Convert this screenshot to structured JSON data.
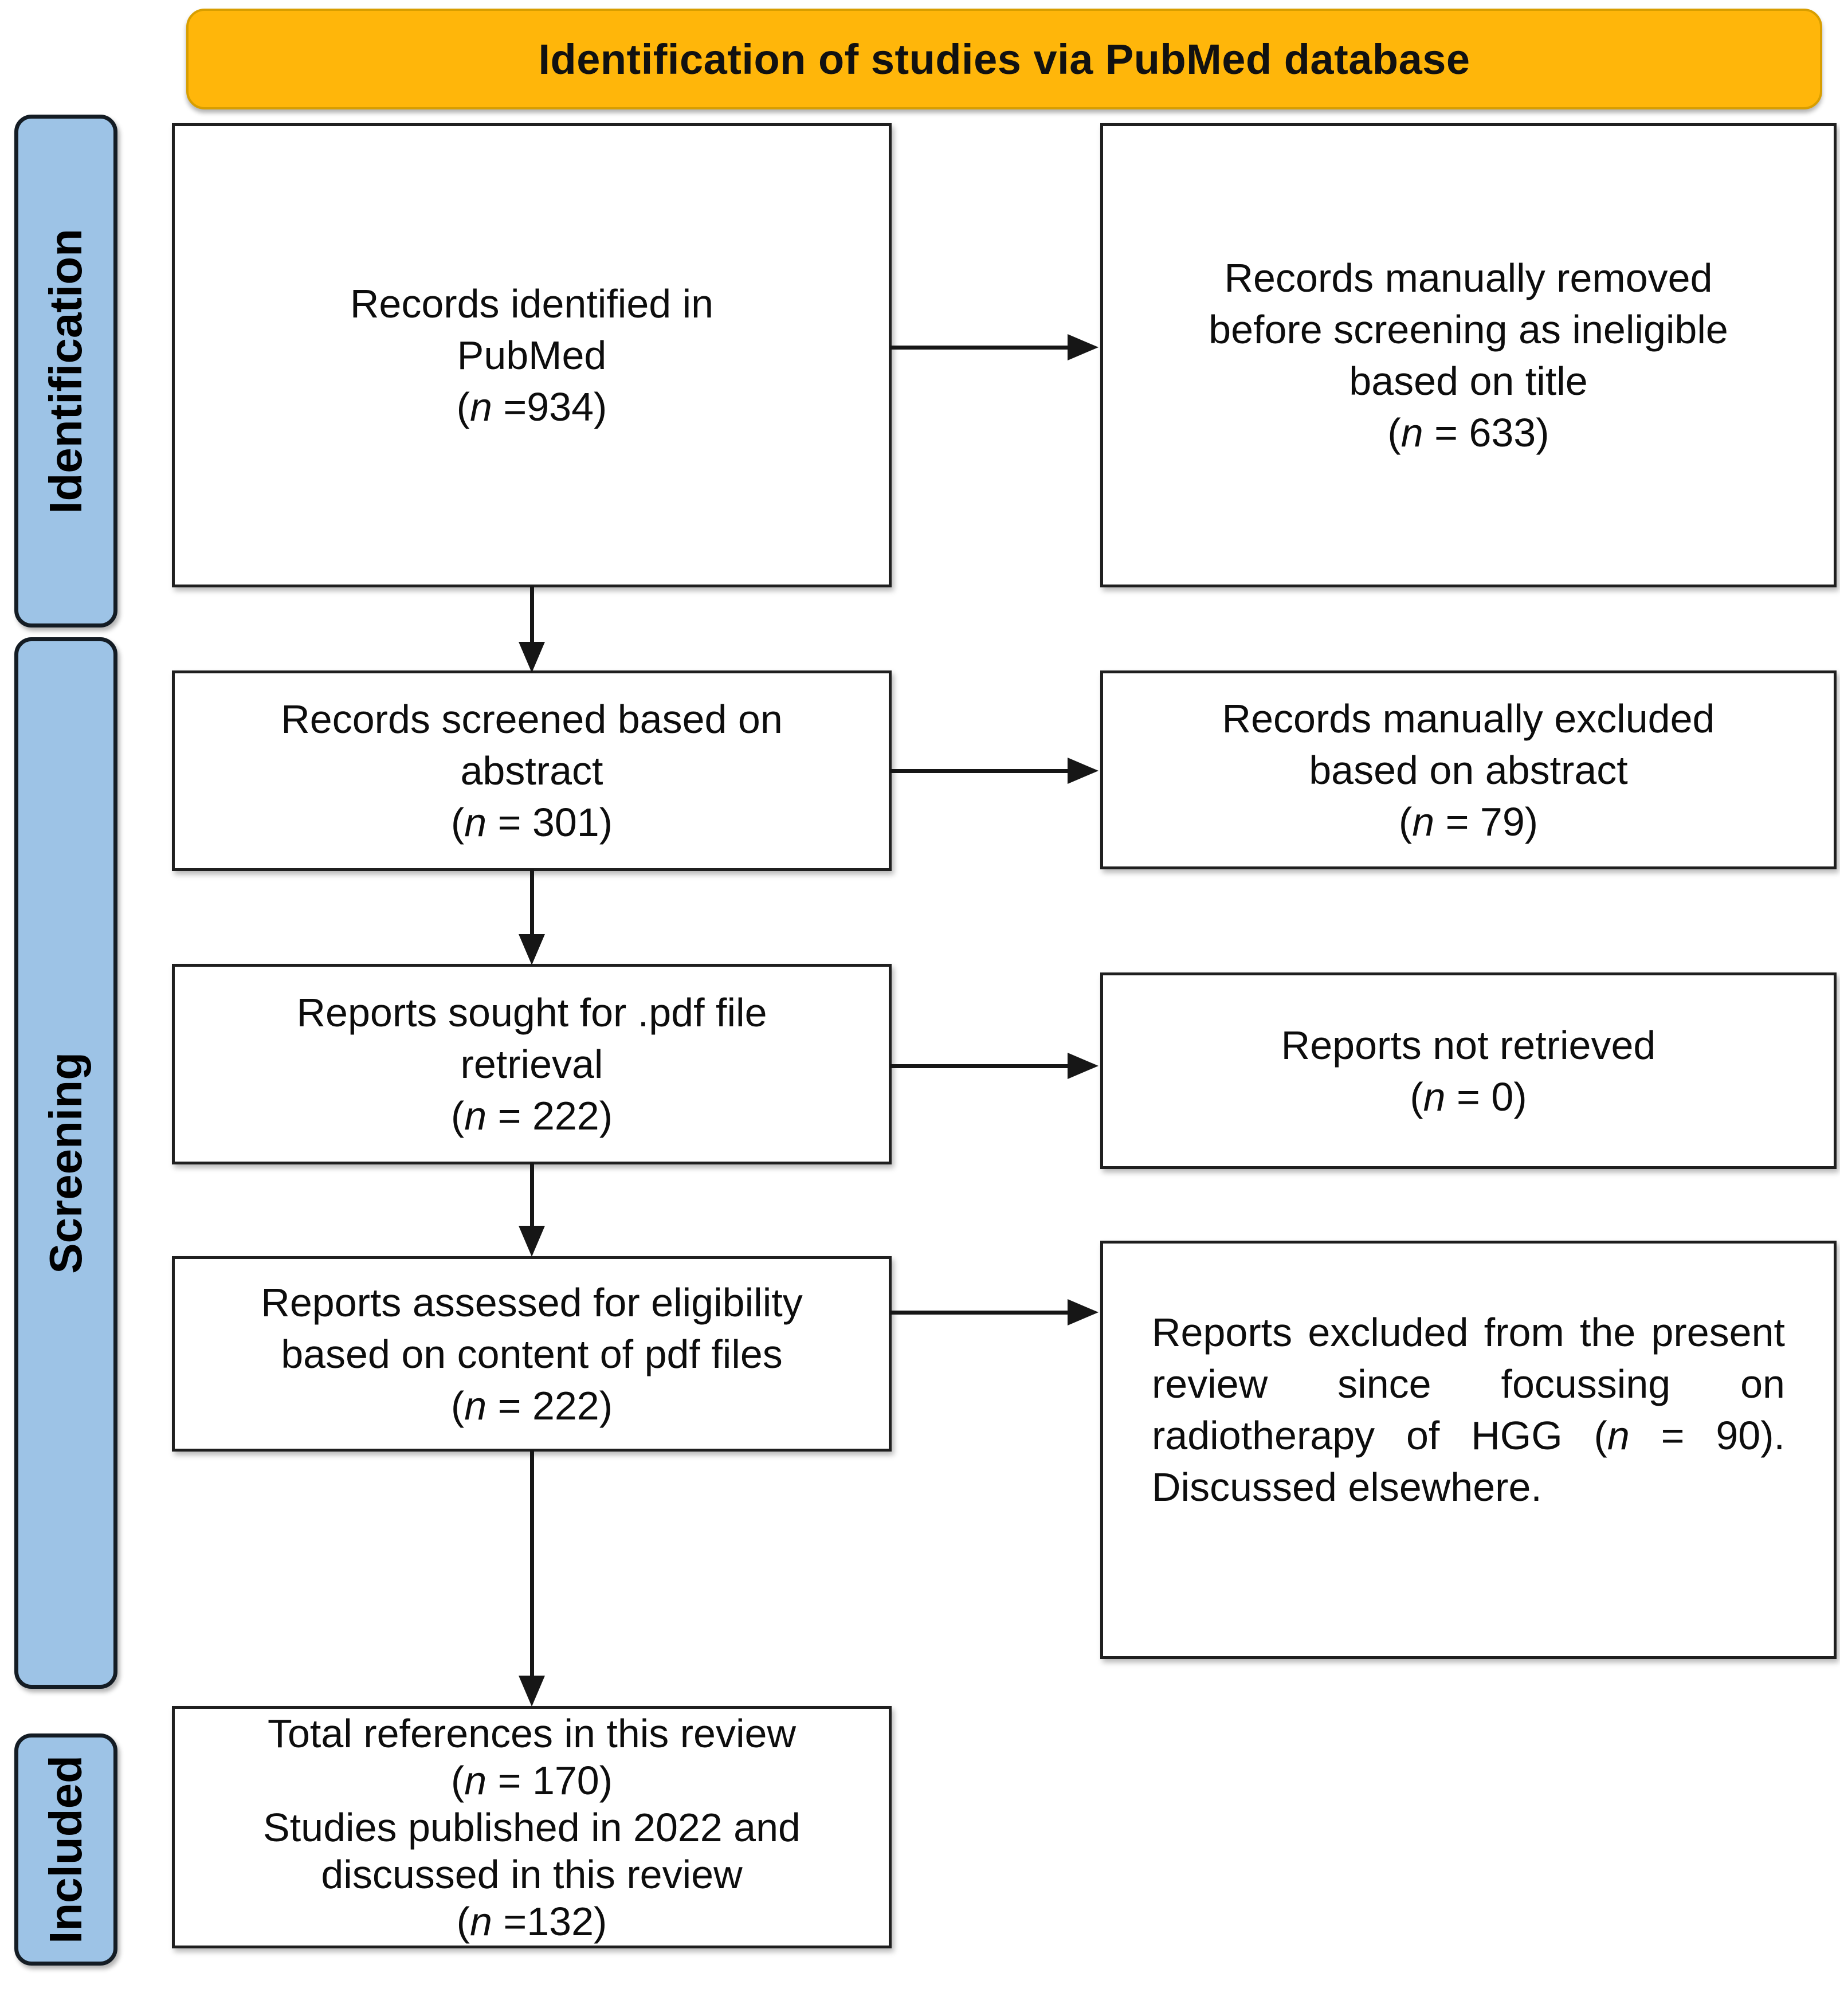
{
  "banner": {
    "title": "Identification of studies via PubMed database"
  },
  "sidebar": {
    "items": [
      {
        "id": "identification",
        "label": "Identification"
      },
      {
        "id": "screening",
        "label": "Screening"
      },
      {
        "id": "included",
        "label": "Included"
      }
    ]
  },
  "flow": {
    "records_identified": {
      "line1": "Records identified in",
      "line2": "PubMed",
      "count_open": "(",
      "count_n": "n",
      "count_rest": " =934)"
    },
    "records_removed": {
      "line1": "Records manually removed",
      "line2": "before screening as ineligible",
      "line3": "based on title",
      "count_open": "(",
      "count_n": "n",
      "count_rest": " = 633)"
    },
    "records_screened": {
      "line1": "Records screened based on",
      "line2": "abstract",
      "count_open": "(",
      "count_n": "n",
      "count_rest": " = 301)"
    },
    "records_excluded": {
      "line1": "Records manually excluded",
      "line2": "based on abstract",
      "count_open": "(",
      "count_n": "n",
      "count_rest": " = 79)"
    },
    "reports_sought": {
      "line1": "Reports sought for .pdf file",
      "line2": "retrieval",
      "count_open": "(",
      "count_n": "n",
      "count_rest": " = 222)"
    },
    "reports_not_retrieved": {
      "line1": "Reports not retrieved",
      "count_open": "(",
      "count_n": "n",
      "count_rest": " = 0)"
    },
    "reports_assessed": {
      "line1": "Reports assessed for eligibility",
      "line2": "based on content of pdf files",
      "count_open": "(",
      "count_n": "n",
      "count_rest": " = 222)"
    },
    "reports_excluded": {
      "seg1": "Reports excluded from the present review since focussing on radiotherapy of HGG (",
      "n": "n",
      "seg2": " = 90). Discussed elsewhere."
    },
    "total_references": {
      "line1": "Total references in this review",
      "count1_open": "(",
      "count1_n": "n",
      "count1_rest": " = 170)",
      "line2": "Studies published in 2022 and",
      "line3": "discussed in this review",
      "count2_open": "(",
      "count2_n": "n",
      "count2_rest": " =132)"
    }
  },
  "colors": {
    "banner_fill": "#FFB60A",
    "banner_border": "#D89E00",
    "stage_fill": "#9DC3E6",
    "stage_border": "#141C24",
    "box_border": "#1F1F1F",
    "arrow": "#161616"
  }
}
